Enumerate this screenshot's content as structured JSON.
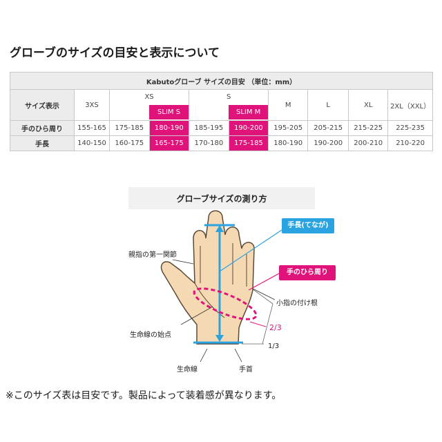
{
  "title": "グローブのサイズの目安と表示について",
  "table": {
    "caption": "Kabutoグローブ サイズの目安 （単位：mm）",
    "size_label": "サイズ表示",
    "sizes": {
      "xxxs": "3XS",
      "xs": "XS",
      "slim_s": "SLIM S",
      "s": "S",
      "slim_m": "SLIM M",
      "m": "M",
      "l": "L",
      "xl": "XL",
      "xxl": "2XL（XXL）"
    },
    "rows": [
      {
        "label": "手のひら周り",
        "values": [
          "155-165",
          "175-185",
          "180-190",
          "185-195",
          "190-200",
          "195-205",
          "205-215",
          "215-225",
          "225-235"
        ]
      },
      {
        "label": "手長",
        "values": [
          "140-150",
          "160-175",
          "165-175",
          "170-180",
          "175-185",
          "180-190",
          "190-200",
          "200-210",
          "210-220"
        ]
      }
    ]
  },
  "diagram": {
    "caption": "グローブサイズの測り方",
    "hand_length_label": "手長(てなが)",
    "palm_label": "手のひら周り",
    "thumb_joint": "親指の第一関節",
    "little_finger_base": "小指の付け根",
    "lifeline_start": "生命線の始点",
    "lifeline": "生命線",
    "wrist": "手首",
    "two_thirds": "2/3",
    "one_third": "1/3",
    "colors": {
      "blue": "#2aa3e0",
      "pink": "#e0137a",
      "skin": "#f5d9b3",
      "outline": "#5a4a3a"
    }
  },
  "note": "※このサイズ表は目安です。製品によって装着感が異なります。"
}
